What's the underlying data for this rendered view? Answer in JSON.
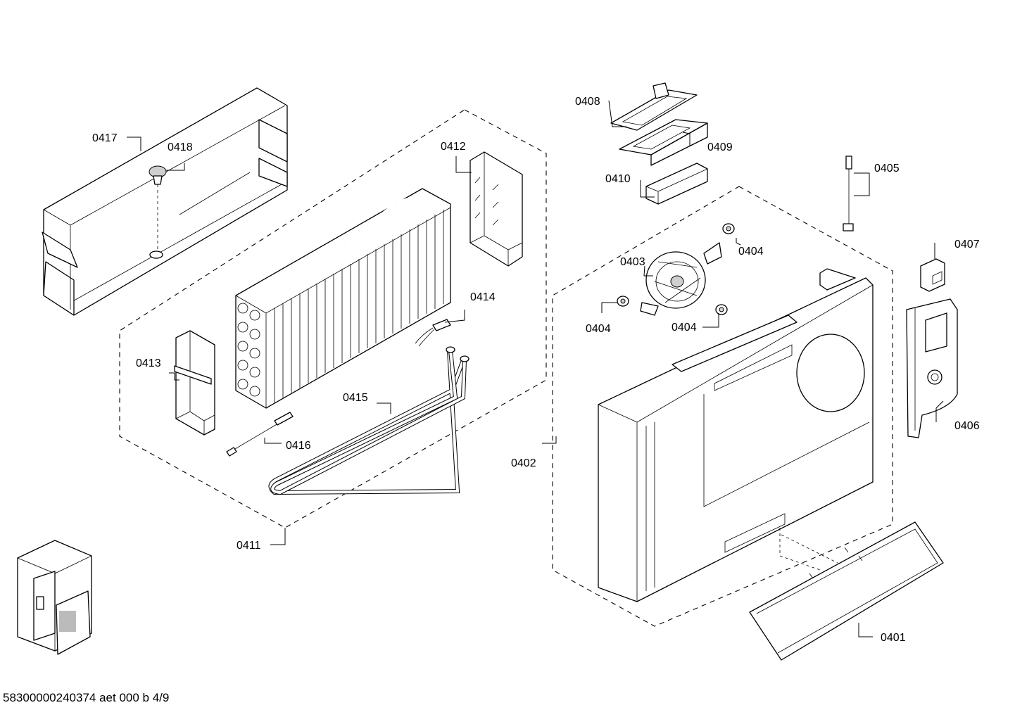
{
  "diagram": {
    "parts": [
      {
        "id": "0401",
        "label": "0401"
      },
      {
        "id": "0402",
        "label": "0402"
      },
      {
        "id": "0403",
        "label": "0403"
      },
      {
        "id": "0404a",
        "label": "0404"
      },
      {
        "id": "0404b",
        "label": "0404"
      },
      {
        "id": "0404c",
        "label": "0404"
      },
      {
        "id": "0405",
        "label": "0405"
      },
      {
        "id": "0406",
        "label": "0406"
      },
      {
        "id": "0407",
        "label": "0407"
      },
      {
        "id": "0408",
        "label": "0408"
      },
      {
        "id": "0409",
        "label": "0409"
      },
      {
        "id": "0410",
        "label": "0410"
      },
      {
        "id": "0411",
        "label": "0411"
      },
      {
        "id": "0412",
        "label": "0412"
      },
      {
        "id": "0413",
        "label": "0413"
      },
      {
        "id": "0414",
        "label": "0414"
      },
      {
        "id": "0415",
        "label": "0415"
      },
      {
        "id": "0416",
        "label": "0416"
      },
      {
        "id": "0417",
        "label": "0417"
      },
      {
        "id": "0418",
        "label": "0418"
      }
    ],
    "footer": "58300000240374 aet 000 b 4/9"
  }
}
